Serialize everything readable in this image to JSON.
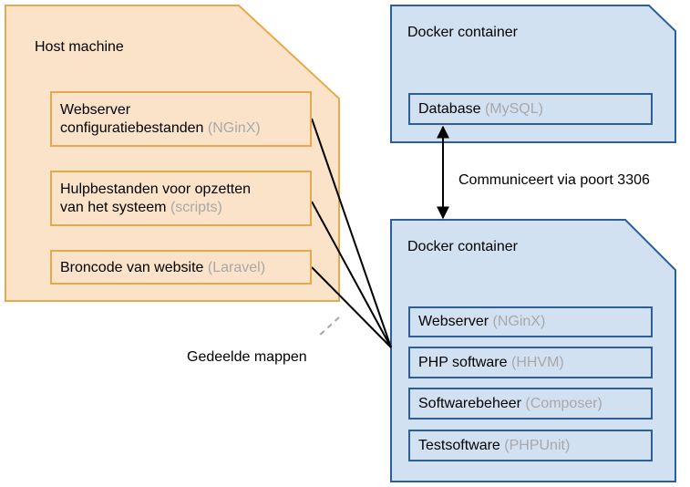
{
  "colors": {
    "host_fill": "#fbe3c9",
    "host_stroke": "#e6a94c",
    "docker_fill": "#d2e1f2",
    "docker_stroke": "#2c5f98",
    "muted_text": "#a8a8a8"
  },
  "host": {
    "title": "Host machine",
    "items": [
      {
        "name_line1": "Webserver",
        "name_line2": "configuratiebestanden",
        "tech": "(NGinX)"
      },
      {
        "name_line1": "Hulpbestanden voor opzetten",
        "name_line2": "van het systeem",
        "tech": "(scripts)"
      },
      {
        "name": "Broncode van website",
        "tech": "(Laravel)"
      }
    ]
  },
  "db_container": {
    "title": "Docker container",
    "item": {
      "name": "Database",
      "tech": "(MySQL)"
    }
  },
  "app_container": {
    "title": "Docker container",
    "items": [
      {
        "name": "Webserver",
        "tech": "(NGinX)"
      },
      {
        "name": "PHP software",
        "tech": "(HHVM)"
      },
      {
        "name": "Softwarebeheer",
        "tech": "(Composer)"
      },
      {
        "name": "Testsoftware",
        "tech": "(PHPUnit)"
      }
    ]
  },
  "labels": {
    "port_link": "Communiceert via poort 3306",
    "shared_folders": "Gedeelde mappen"
  }
}
